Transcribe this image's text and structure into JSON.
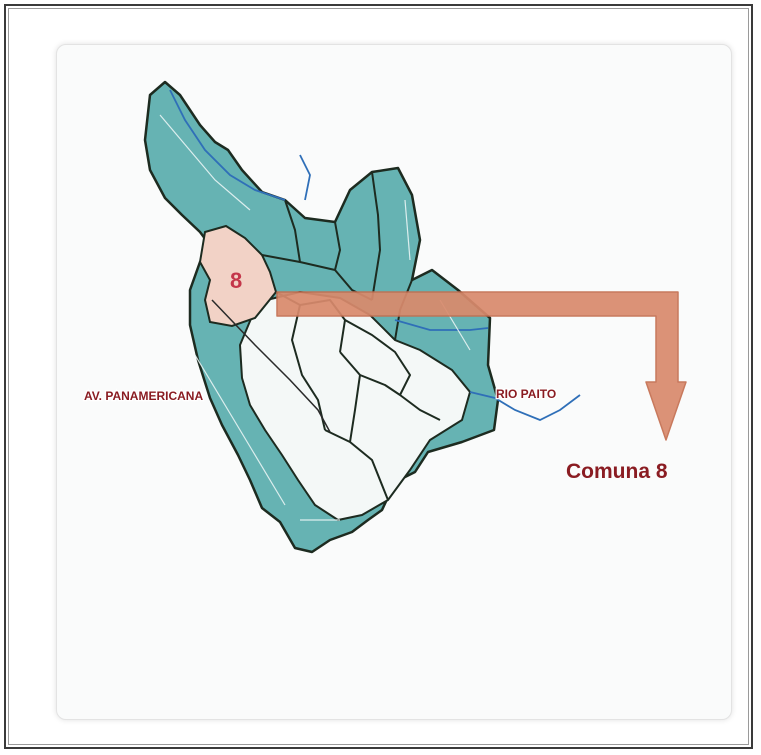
{
  "map": {
    "zone_number": "8",
    "road_label": "AV. PANAMERICANA",
    "river_label": "RIO PAITO",
    "callout_label": "Comuna 8"
  },
  "colors": {
    "region_fill": "#66b3b3",
    "highlight_fill": "#f2d2c6",
    "border_stroke": "#1d2b20",
    "arrow_fill": "#d98a6c",
    "label_dark_red": "#8a1c22",
    "zone_number_color": "#c4364a"
  }
}
